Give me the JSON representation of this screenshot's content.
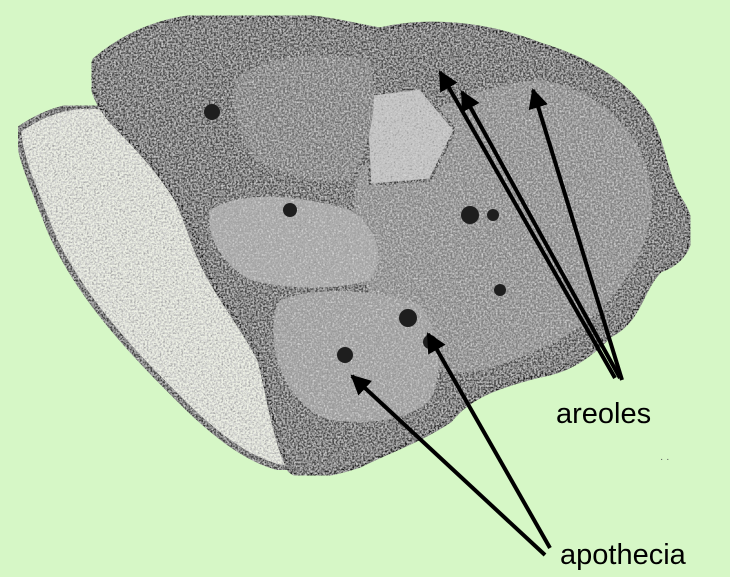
{
  "background_color": "#d6f7c6",
  "labels": {
    "areoles": "areoles",
    "apothecia": "apothecia"
  },
  "colors": {
    "thallus_dark": "#2a2a2a",
    "thallus_mid": "#6b6b6b",
    "thallus_light": "#a9a9a9",
    "thallus_pale": "#e6ebe0",
    "arrow": "#000000"
  },
  "icons": {
    "specimen": "lichen-thallus-illustration"
  }
}
